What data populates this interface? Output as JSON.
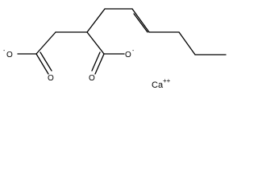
{
  "structure": {
    "atoms": {
      "o_left_anion": {
        "symbol": "O",
        "charge": "-"
      },
      "o_left_double": {
        "symbol": "O",
        "charge": ""
      },
      "o_mid_anion": {
        "symbol": "O",
        "charge": "-"
      },
      "o_mid_double": {
        "symbol": "O",
        "charge": ""
      }
    },
    "counter_ion": {
      "symbol": "Ca",
      "charge": "++"
    }
  }
}
